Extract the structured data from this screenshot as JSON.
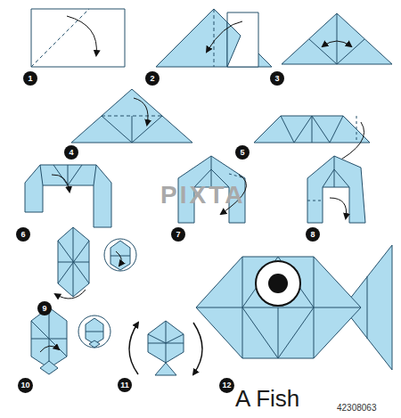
{
  "diagram": {
    "nodes": [
      {
        "text": [
          "1"
        ]
      },
      {
        "text": [
          "2"
        ]
      },
      {
        "text": [
          "3"
        ]
      },
      {
        "text": [
          "4"
        ]
      },
      {
        "text": [
          "5"
        ]
      },
      {
        "text": [
          "6"
        ]
      },
      {
        "text": [
          "7"
        ]
      },
      {
        "text": [
          "8"
        ]
      },
      {
        "text": [
          "9"
        ]
      },
      {
        "text": [
          "10"
        ]
      },
      {
        "text": [
          "11"
        ]
      },
      {
        "text": [
          "12"
        ]
      }
    ],
    "labels": [
      "PIXTA",
      "A Fish",
      "42308063"
    ]
  }
}
